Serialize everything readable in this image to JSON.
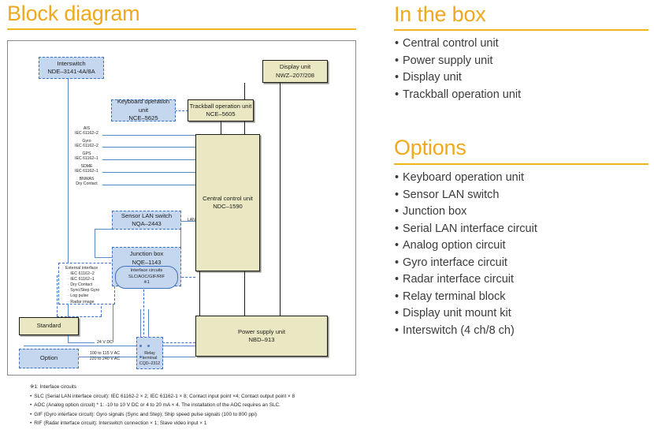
{
  "left_panel": {
    "title": "Block diagram",
    "diagram": {
      "blocks": {
        "interswitch": {
          "line1": "Interswitch",
          "line2": "NDE–3141-4A/8A",
          "type": "option"
        },
        "display_unit": {
          "line1": "Display unit",
          "line2": "NWZ–207/208",
          "type": "standard"
        },
        "keyboard_unit": {
          "line1": "Keyboard operation unit",
          "line2": "NCE–5625",
          "type": "option"
        },
        "trackball_unit": {
          "line1": "Trackball operation unit",
          "line2": "NCE–5605",
          "type": "standard"
        },
        "central_control": {
          "line1": "Central control unit",
          "line2": "NDC–1590",
          "type": "standard"
        },
        "sensor_lan": {
          "line1": "Sensor LAN switch",
          "line2": "NQA–2443",
          "type": "option"
        },
        "junction_box": {
          "line1": "Junction box",
          "line2": "NQE–1143",
          "type": "option"
        },
        "power_supply": {
          "line1": "Power supply unit",
          "line2": "NBD–913",
          "type": "standard"
        },
        "relay_terminal": {
          "line1": "Relay terminal",
          "line2": "CQD–2312",
          "type": "option"
        }
      },
      "interface_circuits": {
        "line1": "Interface circuits",
        "line2": "SLC/AOC/GIF/RIF",
        "line3": "※1"
      },
      "lan_tag": "LAN",
      "signal_inputs": [
        {
          "line1": "AIS",
          "line2": "IEC 61162–2"
        },
        {
          "line1": "Gyro",
          "line2": "IEC 61162–2"
        },
        {
          "line1": "GPS",
          "line2": "IEC 61162–1"
        },
        {
          "line1": "SDME",
          "line2": "IEC 61162–1"
        },
        {
          "line1": "BNWAS",
          "line2": "Dry Contact"
        }
      ],
      "external_interface": {
        "heading": "External interface",
        "items": [
          "IEC 61162–2",
          "IEC 61162–1",
          "Dry Contact",
          "Sync/Step Gyro",
          "Log pulse",
          "Radar image"
        ]
      },
      "power_labels": {
        "dc": "24 V DC",
        "ac_line1": "100 to 115 V AC",
        "ac_line2": "220 to 240 V AC"
      },
      "legend": {
        "standard": "Standard",
        "option": "Option"
      },
      "notes": {
        "heading": "※1: Interface circuits",
        "items": [
          "SLC (Serial LAN interface circuit): IEC 61162-2 × 2; IEC 61162-1 × 8; Contact input point ×4; Contact output point × 8",
          "AOC (Analog option circuit) * 1: -10 to 10 V DC or 4 to 20 mA × 4. The installation of the AOC requires an SLC.",
          "GIF (Gyro interface circuit): Gyro signals (Sync and Step); Ship speed pulse signals (100 to 800 ppi)",
          "RIF (Radar interface circuit): Interswitch connection × 1; Slave video input × 1"
        ]
      }
    }
  },
  "right_panel": {
    "in_the_box": {
      "title": "In the box",
      "items": [
        "Central control unit",
        "Power supply unit",
        "Display unit",
        "Trackball operation unit"
      ]
    },
    "options": {
      "title": "Options",
      "items": [
        "Keyboard operation unit",
        "Sensor LAN switch",
        "Junction box",
        "Serial LAN interface circuit",
        "Analog option circuit",
        "Gyro interface circuit",
        "Radar interface circuit",
        "Relay terminal block",
        "Display unit mount kit",
        "Interswitch (4 ch/8 ch)"
      ]
    }
  },
  "colors": {
    "accent": "#f0b521",
    "standard_fill": "#e9e8c2",
    "option_fill": "#c5d7ef",
    "option_border": "#3f72c4",
    "text": "#3b3b3b"
  }
}
